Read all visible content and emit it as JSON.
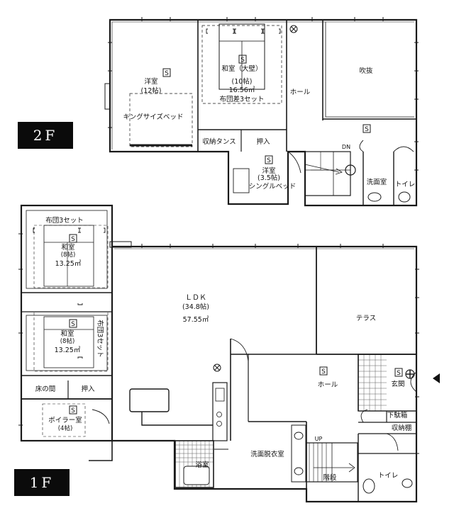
{
  "floors": {
    "second": {
      "badge": "2F",
      "rooms": {
        "western_room_name": "洋室",
        "western_room_size": "(12帖)",
        "king_bed": "キングサイズベッド",
        "japanese_room_name": "和室（大壁）",
        "japanese_room_size": "(10帖)",
        "japanese_room_area": "16.56㎡",
        "futon": "布団差3セット",
        "hall": "ホール",
        "atrium": "吹抜",
        "storage_chest": "収納タンス",
        "closet": "押入",
        "small_room_name": "洋室",
        "small_room_size": "(3.5帖)",
        "single_bed": "シングルベッド",
        "down": "DN",
        "washroom": "洗面室",
        "toilet": "トイレ"
      },
      "symbols": {
        "s_mark": "S"
      }
    },
    "first": {
      "badge": "1F",
      "rooms": {
        "futon_top": "布団3セット",
        "jp_room1_name": "和室",
        "jp_room1_size": "(8帖)",
        "jp_room1_area": "13.25㎡",
        "jp_room2_name": "和室",
        "jp_room2_size": "(8帖)",
        "jp_room2_area": "13.25㎡",
        "futon_side": "布団3セット",
        "alcove": "床の間",
        "closet": "押入",
        "boiler_name": "ボイラー室",
        "boiler_size": "(4帖)",
        "ldk_name": "ＬＤＫ",
        "ldk_size": "(34.8帖)",
        "ldk_area": "57.55㎡",
        "terrace": "テラス",
        "hall": "ホール",
        "entrance": "玄関",
        "shoe_box": "下駄箱",
        "storage_shelf": "収納棚",
        "up": "UP",
        "dressing": "洗面脱衣室",
        "bath": "浴室",
        "stairs": "階段",
        "toilet": "トイレ"
      },
      "symbols": {
        "s_mark": "S"
      }
    }
  },
  "colors": {
    "line": "#1a1a1a",
    "badge_bg": "#0b0b0b",
    "badge_text": "#ffffff"
  }
}
